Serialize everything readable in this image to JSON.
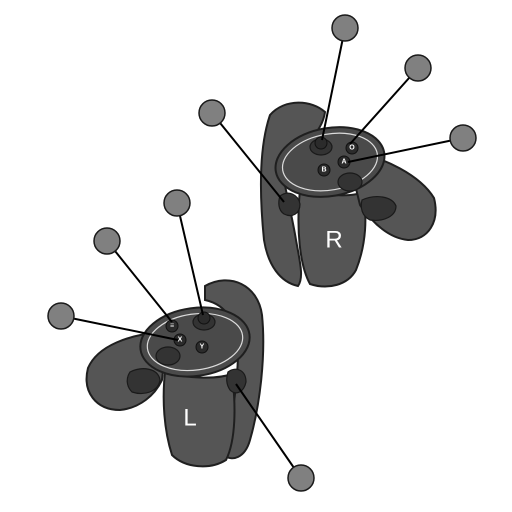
{
  "diagram": {
    "right_controller": {
      "hand_label": "R",
      "buttons": {
        "a": "A",
        "b": "B",
        "menu": "O"
      }
    },
    "left_controller": {
      "hand_label": "L",
      "buttons": {
        "x": "X",
        "y": "Y",
        "menu": "≡"
      }
    },
    "callout_count": 8,
    "colors": {
      "controller_body": "#555555",
      "outline": "#1f1f1f",
      "callout_marker": "#808080",
      "leader_line": "#000000"
    }
  }
}
